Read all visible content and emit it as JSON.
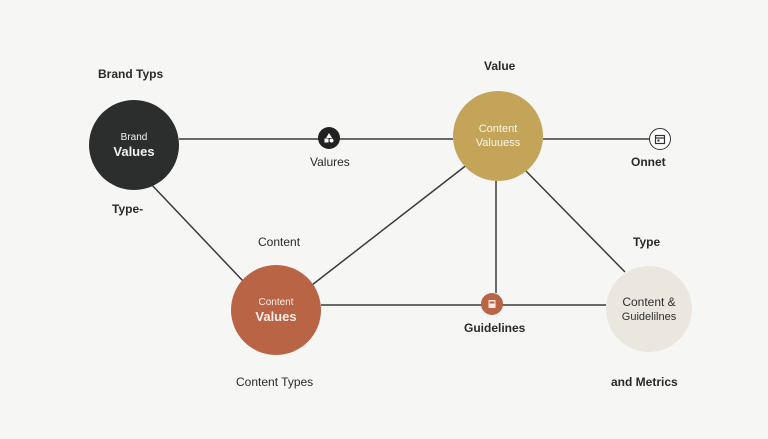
{
  "labels": {
    "brand_typs": "Brand Typs",
    "value": "Value",
    "type_dash": "Type-",
    "values": "Valures",
    "onnet": "Onnet",
    "content": "Content",
    "type": "Type",
    "guidelines": "Guidelines",
    "content_types": "Content Types",
    "and_metrics": "and Metrics"
  },
  "nodes": {
    "brand": {
      "line1": "Brand",
      "line2": "Values",
      "color": "#2b2e2c"
    },
    "value": {
      "line1": "Content",
      "line2": "Valuuess",
      "color": "#c3a458"
    },
    "content": {
      "line1": "Content",
      "line2": "Values",
      "color": "#b86445"
    },
    "guidelines": {
      "line1": "Content &",
      "line2": "Guidelilnes",
      "color": "#ebe7df"
    }
  },
  "icons": {
    "shapes": "shapes-icon",
    "calendar": "calendar-icon",
    "document": "document-icon"
  },
  "colors": {
    "edge": "#3a3a3a",
    "background": "#f6f6f5"
  }
}
